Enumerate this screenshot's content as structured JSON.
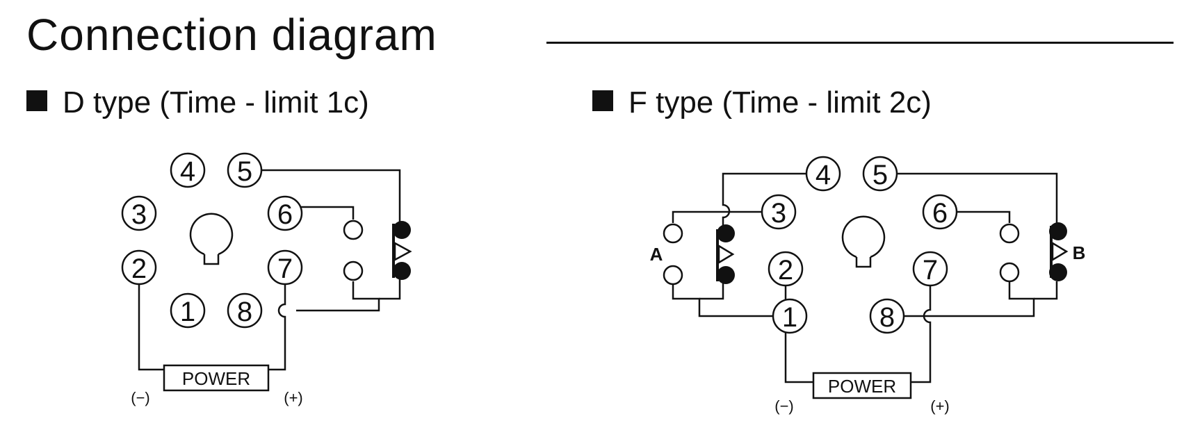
{
  "header": {
    "title": "Connection diagram"
  },
  "sections": [
    {
      "id": "d-type",
      "heading": "D type (Time - limit 1c)",
      "pins": [
        "1",
        "2",
        "3",
        "4",
        "5",
        "6",
        "7",
        "8"
      ],
      "power_label": "POWER",
      "negative_label": "(−)",
      "positive_label": "(+)"
    },
    {
      "id": "f-type",
      "heading": "F type (Time - limit 2c)",
      "pins": [
        "1",
        "2",
        "3",
        "4",
        "5",
        "6",
        "7",
        "8"
      ],
      "power_label": "POWER",
      "negative_label": "(−)",
      "positive_label": "(+)",
      "contact_labels": {
        "a": "A",
        "b": "B"
      }
    }
  ]
}
